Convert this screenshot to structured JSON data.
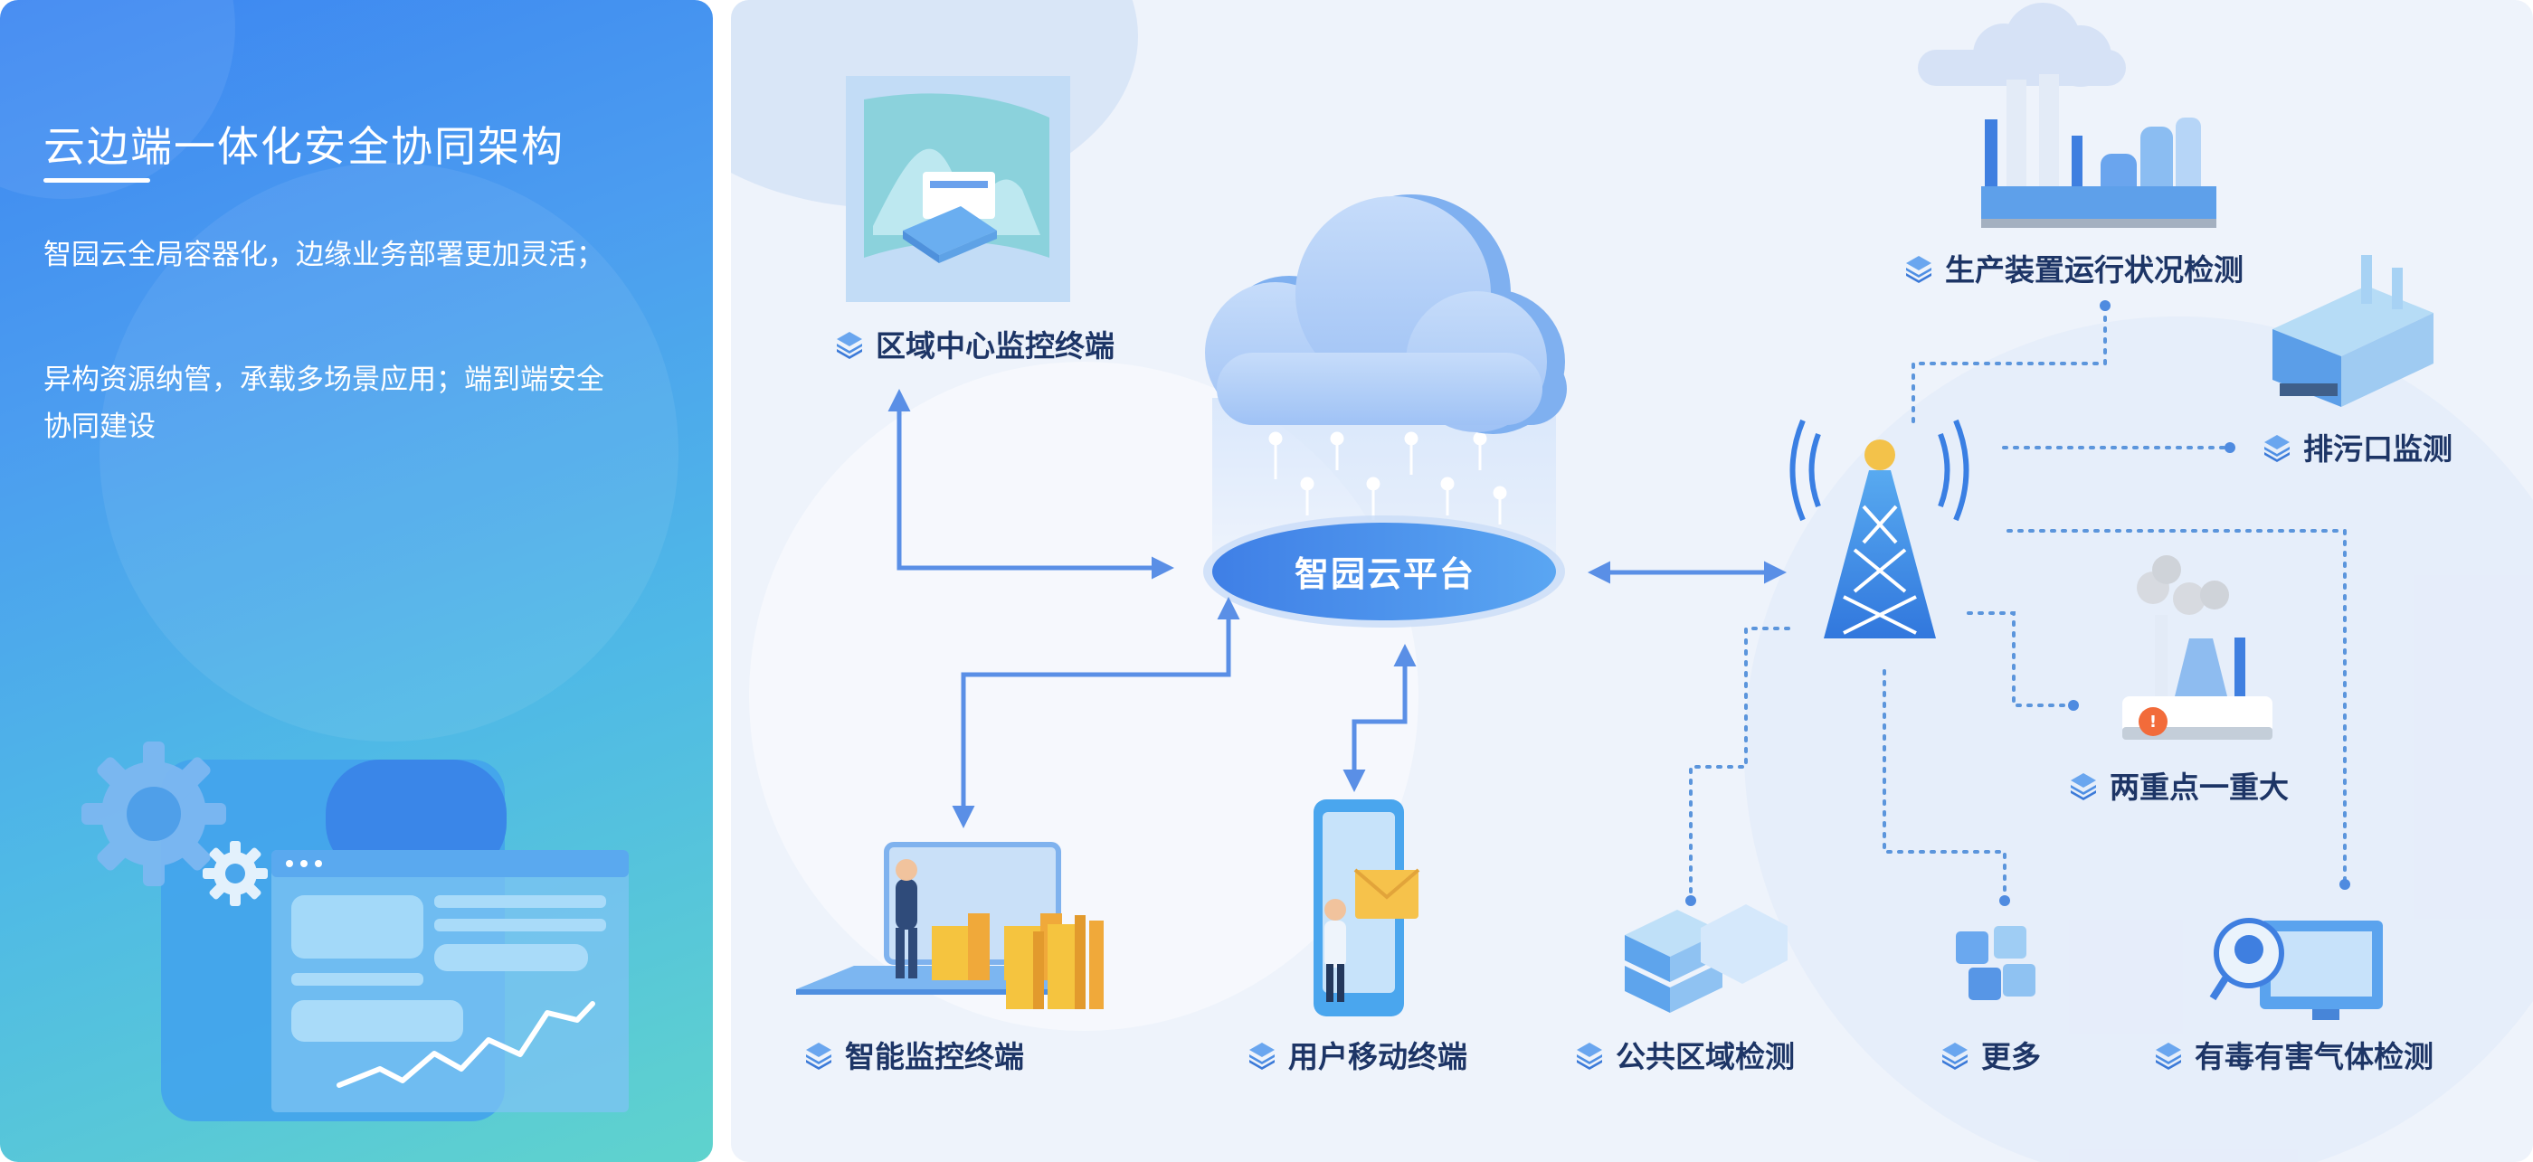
{
  "header": {
    "title": "云边端一体化安全协同架构",
    "desc1": "智园云全局容器化，边缘业务部署更加灵活；",
    "desc2": "异构资源纳管，承载多场景应用；端到端安全协同建设"
  },
  "diagram": {
    "platform": "智园云平台",
    "nodes": {
      "regional": "区域中心监控终端",
      "production": "生产装置运行状况检测",
      "discharge": "排污口监测",
      "two_major": "两重点一重大",
      "smart": "智能监控终端",
      "mobile": "用户移动终端",
      "public": "公共区域检测",
      "more": "更多",
      "toxic": "有毒有害气体检测"
    }
  },
  "colors": {
    "accent": "#3f86ee",
    "label_text": "#1d3566",
    "connector": "#5a8fe6",
    "dotted": "#5b95dc"
  }
}
